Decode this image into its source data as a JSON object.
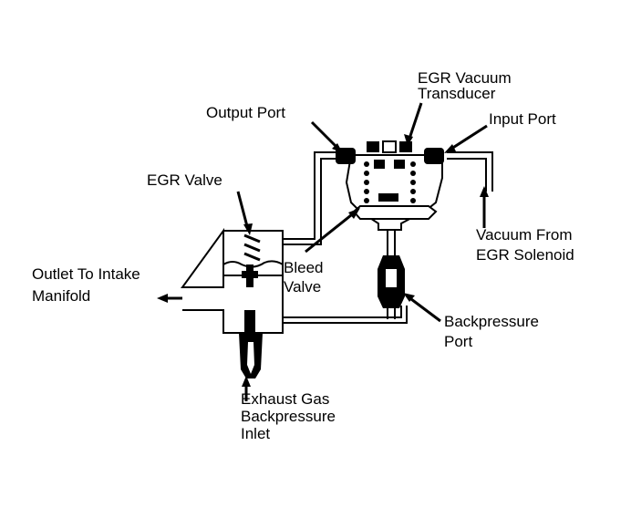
{
  "diagram": {
    "title": "EGR Vacuum Transducer System",
    "labels": {
      "egr_vacuum_transducer": [
        "EGR Vacuum",
        "Transducer"
      ],
      "output_port": [
        "Output Port"
      ],
      "input_port": [
        "Input Port"
      ],
      "egr_valve": [
        "EGR Valve"
      ],
      "outlet_to_intake": [
        "Outlet To Intake",
        "Manifold"
      ],
      "bleed_valve": [
        "Bleed",
        "Valve"
      ],
      "vacuum_from_solenoid": [
        "Vacuum From",
        "EGR Solenoid"
      ],
      "backpressure_port": [
        "Backpressure",
        "Port"
      ],
      "exhaust_inlet": [
        "Exhaust Gas",
        "Backpressure",
        "Inlet"
      ]
    },
    "colors": {
      "ink": "#000000",
      "paper": "#ffffff"
    }
  }
}
